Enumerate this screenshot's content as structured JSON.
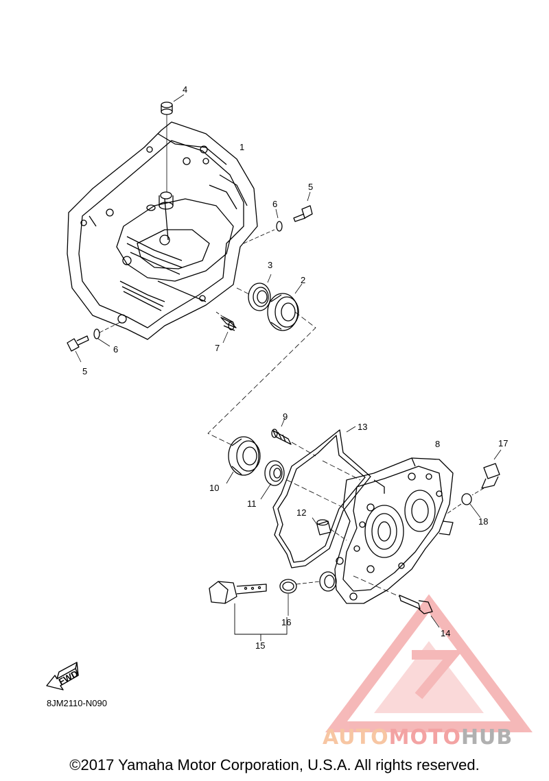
{
  "callouts": [
    {
      "id": "1",
      "label": "1"
    },
    {
      "id": "2",
      "label": "2"
    },
    {
      "id": "3",
      "label": "3"
    },
    {
      "id": "4",
      "label": "4"
    },
    {
      "id": "5a",
      "label": "5"
    },
    {
      "id": "5b",
      "label": "5"
    },
    {
      "id": "6a",
      "label": "6"
    },
    {
      "id": "6b",
      "label": "6"
    },
    {
      "id": "7",
      "label": "7"
    },
    {
      "id": "8",
      "label": "8"
    },
    {
      "id": "9",
      "label": "9"
    },
    {
      "id": "10",
      "label": "10"
    },
    {
      "id": "11",
      "label": "11"
    },
    {
      "id": "12",
      "label": "12"
    },
    {
      "id": "13",
      "label": "13"
    },
    {
      "id": "14",
      "label": "14"
    },
    {
      "id": "15",
      "label": "15"
    },
    {
      "id": "16",
      "label": "16"
    },
    {
      "id": "17",
      "label": "17"
    },
    {
      "id": "18",
      "label": "18"
    }
  ],
  "diagram_code": "8JM2110-N090",
  "fwd_label": "FWD",
  "watermark": {
    "part1": "AUTO",
    "part2": "MOTO",
    "part3": "HUB"
  },
  "copyright": "©2017 Yamaha Motor Corporation, U.S.A. All rights reserved.",
  "colors": {
    "line": "#000000",
    "watermark_red": "#f08a8a",
    "watermark_orange": "#f7c6a3",
    "watermark_gray": "#b0b0b0"
  }
}
